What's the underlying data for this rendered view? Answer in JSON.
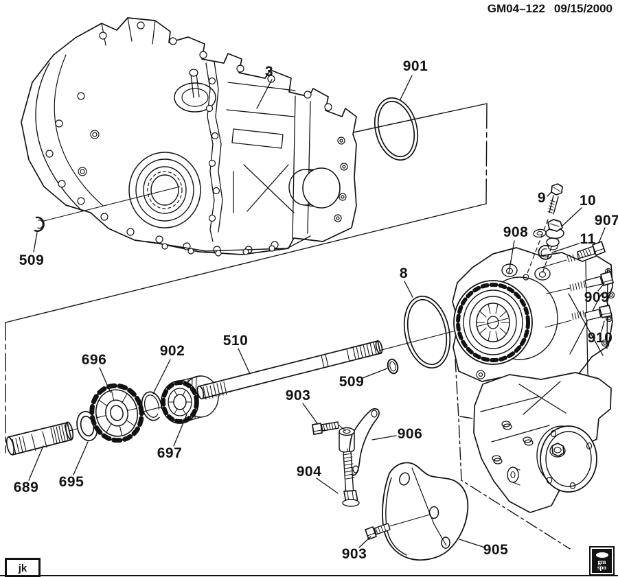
{
  "header": {
    "doc_code": "GM04–122",
    "date": "09/15/2000"
  },
  "footer": {
    "initials": "jk",
    "logo_top": "gm",
    "logo_bottom": "spo"
  },
  "colors": {
    "ink": "#121212",
    "paper": "#ffffff"
  },
  "callouts": [
    {
      "id": "part-3",
      "label": "3"
    },
    {
      "id": "part-901",
      "label": "901"
    },
    {
      "id": "part-509-left",
      "label": "509"
    },
    {
      "id": "part-8",
      "label": "8"
    },
    {
      "id": "part-908",
      "label": "908"
    },
    {
      "id": "part-9",
      "label": "9"
    },
    {
      "id": "part-10",
      "label": "10"
    },
    {
      "id": "part-11",
      "label": "11"
    },
    {
      "id": "part-907",
      "label": "907"
    },
    {
      "id": "part-909",
      "label": "909"
    },
    {
      "id": "part-910",
      "label": "910"
    },
    {
      "id": "part-510",
      "label": "510"
    },
    {
      "id": "part-509-shaft",
      "label": "509"
    },
    {
      "id": "part-696",
      "label": "696"
    },
    {
      "id": "part-902",
      "label": "902"
    },
    {
      "id": "part-697",
      "label": "697"
    },
    {
      "id": "part-689",
      "label": "689"
    },
    {
      "id": "part-695",
      "label": "695"
    },
    {
      "id": "part-903-upper",
      "label": "903"
    },
    {
      "id": "part-906",
      "label": "906"
    },
    {
      "id": "part-904",
      "label": "904"
    },
    {
      "id": "part-903-lower",
      "label": "903"
    },
    {
      "id": "part-905",
      "label": "905"
    }
  ]
}
